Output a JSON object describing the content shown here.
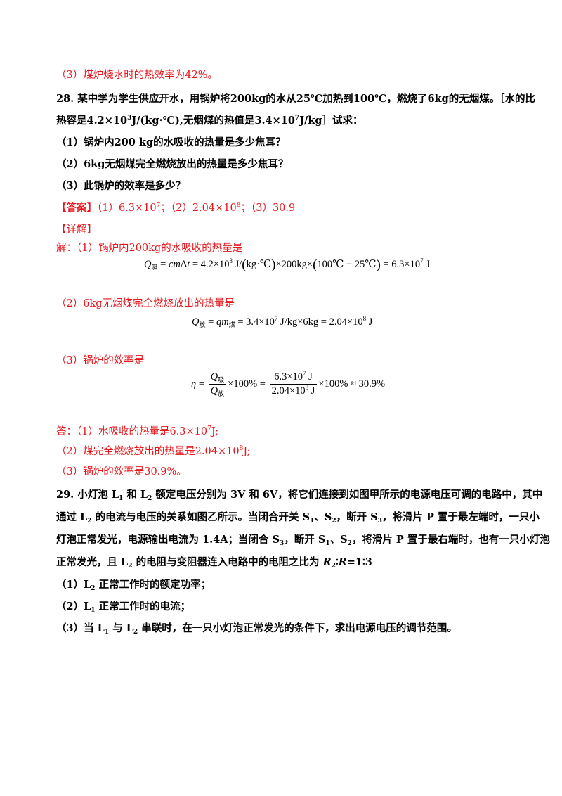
{
  "prev_answer_line": "（3）煤炉烧水时的热效率为42%。",
  "q28": {
    "number": "28.",
    "stem_line1": "某中学为学生供应开水，用锅炉将200kg的水从25℃加热到100℃，燃烧了6kg的无烟煤。［水的比",
    "stem_line2_a": "热容是4.2×10",
    "stem_line2_exp1": "3",
    "stem_line2_b": "J/(kg·℃),无烟煤的热值是3.4×10",
    "stem_line2_exp2": "7",
    "stem_line2_c": "J/kg］试求：",
    "sub1": "（1）锅炉内200 kg的水吸收的热量是多少焦耳？",
    "sub2": "（2）6kg无烟煤完全燃烧放出的热量是多少焦耳？",
    "sub3": "（3）此锅炉的效率是多少？",
    "answer_tag": "【答案】",
    "answer_a": "（1）6.3×10",
    "answer_exp1": "7",
    "answer_b": "；（2）2.04×10",
    "answer_exp2": "8",
    "answer_c": "；（3）30.9",
    "detail_tag": "【详解】",
    "sol1_intro": "解：（1）锅炉内200kg的水吸收的热量是",
    "sol2_intro": "（2）6kg无烟煤完全燃烧放出的热量是",
    "sol3_intro": "（3）锅炉的效率是",
    "conc1_a": "答：（1）水吸收的热量是6.3×10",
    "conc1_exp": "7",
    "conc1_b": "J;",
    "conc2_a": "（2）煤完全燃烧放出的热量是2.04×10",
    "conc2_exp": "8",
    "conc2_b": "J;",
    "conc3": "（3）锅炉的效率是30.9%。",
    "f1": {
      "q": "Q",
      "q_sub": "吸",
      "eq1": " = ",
      "cm": "cm",
      "delta": "Δ",
      "t": "t",
      "rest1": " = 4.2×10",
      "exp1": "3",
      "rest2": " J/",
      "unit_in": "kg·℃",
      "rest3": "×200kg×",
      "temp_in": "100℃ − 25℃",
      "rest4": " = 6.3×10",
      "exp2": "7",
      "rest5": " J"
    },
    "f2": {
      "q": "Q",
      "q_sub": "放",
      "eq1": " = ",
      "qm": "qm",
      "m_sub": "煤",
      "rest1": " = 3.4×10",
      "exp1": "7",
      "rest2": " J/kg×6kg = 2.04×10",
      "exp2": "8",
      "rest3": " J"
    },
    "f3": {
      "eta": "η",
      "eq1": " = ",
      "num_q": "Q",
      "num_sub": "吸",
      "den_q": "Q",
      "den_sub": "放",
      "mid": "×100% = ",
      "num2_a": "6.3×10",
      "num2_exp": "7",
      "num2_b": " J",
      "den2_a": "2.04×10",
      "den2_exp": "8",
      "den2_b": " J",
      "end": "×100% ≈ 30.9%"
    }
  },
  "q29": {
    "number": "29.",
    "l1_a": "小灯泡 L",
    "l1_s1": "1",
    "l1_b": " 和 L",
    "l1_s2": "2",
    "l1_c": " 额定电压分别为 3V 和 6V，将它们连接到如图甲所示的电源电压可调的电路中，其中",
    "l2_a": "通过 L",
    "l2_s1": "2",
    "l2_b": " 的电流与电压的关系如图乙所示。当闭合开关 S",
    "l2_s2": "1",
    "l2_c": "、S",
    "l2_s3": "2",
    "l2_d": "，断开 S",
    "l2_s4": "3",
    "l2_e": "，将滑片 P 置于最左端时，一只小",
    "l3_a": "灯泡正常发光，电源输出电流为 1.4A；当闭合 S",
    "l3_s1": "3",
    "l3_b": "，断开 S",
    "l3_s2": "1",
    "l3_c": "、S",
    "l3_s3": "2",
    "l3_d": "，将滑片 P 置于最右端时，也有一只小灯泡",
    "l4_a": "正常发光，且 L",
    "l4_s1": "2",
    "l4_b": " 的电阻与变阻器连入电路中的电阻之比为 ",
    "l4_r2": "R",
    "l4_r2_sub": "2",
    "l4_c": "∶",
    "l4_r": "R",
    "l4_d": "=1∶3",
    "sub1_a": "（1）L",
    "sub1_s": "2",
    "sub1_b": " 正常工作时的额定功率；",
    "sub2_a": "（2）L",
    "sub2_s": "1",
    "sub2_b": "  正常工作时的电流；",
    "sub3_a": "（3）当  L",
    "sub3_s1": "1",
    "sub3_b": " 与  L",
    "sub3_s2": "2",
    "sub3_c": " 串联时，在一只小灯泡正常发光的条件下，求出电源电压的调节范围。"
  }
}
